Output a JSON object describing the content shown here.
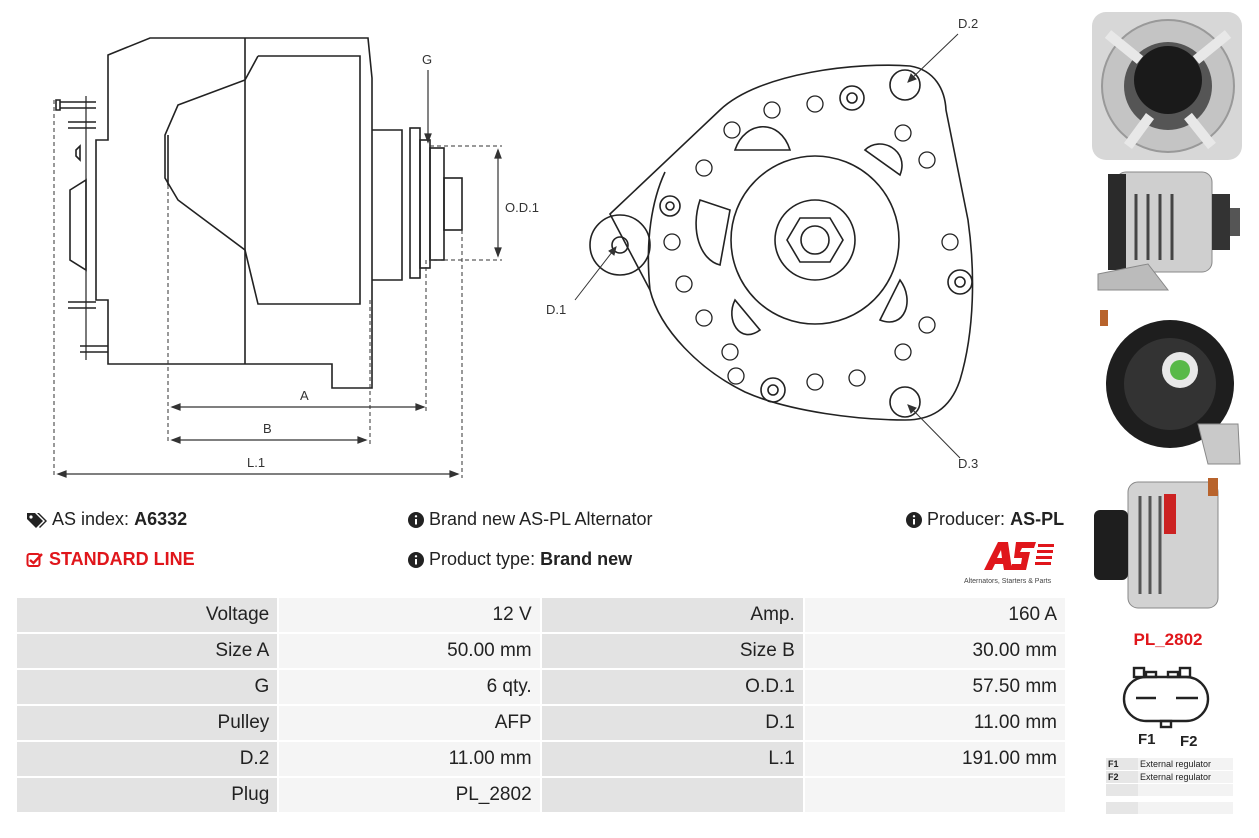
{
  "drawing": {
    "labels": {
      "a": "A",
      "b": "B",
      "l1": "L.1",
      "g": "G",
      "od1": "O.D.1",
      "d1": "D.1",
      "d2": "D.2",
      "d3": "D.3"
    }
  },
  "info": {
    "as_index_label": "AS index:",
    "as_index_value": "A6332",
    "standard_line": "STANDARD LINE",
    "description": "Brand new AS-PL Alternator",
    "product_type_label": "Product type:",
    "product_type_value": "Brand new",
    "producer_label": "Producer:",
    "producer_value": "AS-PL",
    "logo_tagline": "Alternators, Starters & Parts",
    "accent_color": "#e0161b"
  },
  "specs": [
    {
      "k1": "Voltage",
      "v1": "12 V",
      "k2": "Amp.",
      "v2": "160 A"
    },
    {
      "k1": "Size A",
      "v1": "50.00 mm",
      "k2": "Size B",
      "v2": "30.00 mm"
    },
    {
      "k1": "G",
      "v1": "6 qty.",
      "k2": "O.D.1",
      "v2": "57.50 mm"
    },
    {
      "k1": "Pulley",
      "v1": "AFP",
      "k2": "D.1",
      "v2": "11.00 mm"
    },
    {
      "k1": "D.2",
      "v1": "11.00 mm",
      "k2": "L.1",
      "v2": "191.00 mm"
    },
    {
      "k1": "Plug",
      "v1": "PL_2802",
      "k2": "",
      "v2": ""
    }
  ],
  "plug": {
    "code": "PL_2802",
    "pins": [
      "F1",
      "F2"
    ],
    "legend": [
      {
        "pin": "F1",
        "desc": "External regulator"
      },
      {
        "pin": "F2",
        "desc": "External regulator"
      }
    ]
  }
}
